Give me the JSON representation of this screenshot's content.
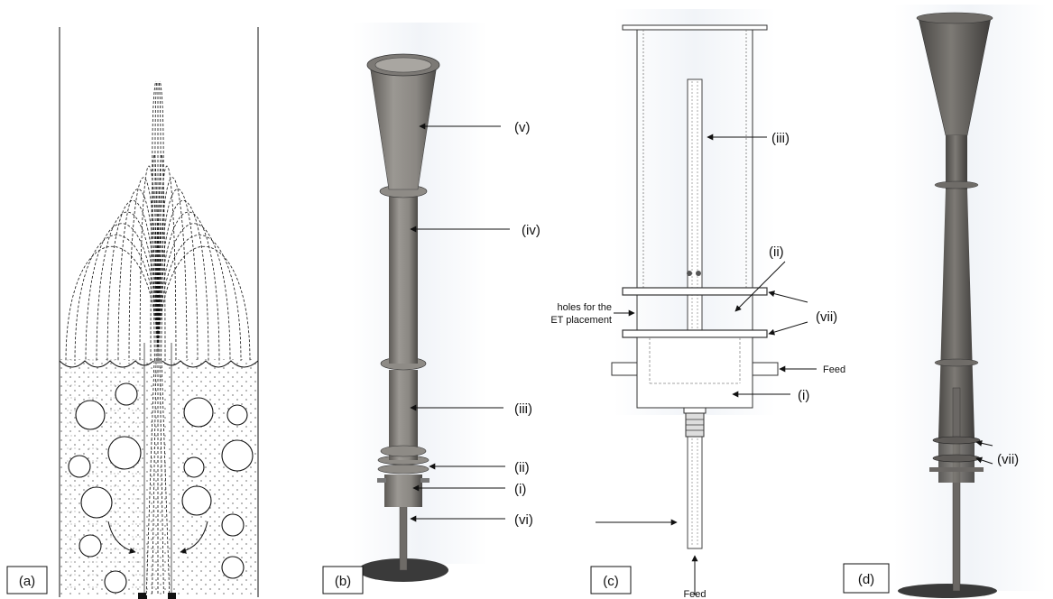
{
  "panels": {
    "a": {
      "tag": "(a)"
    },
    "b": {
      "tag": "(b)",
      "labels": [
        "(v)",
        "(iv)",
        "(iii)",
        "(ii)",
        "(i)",
        "(vi)"
      ]
    },
    "c": {
      "tag": "(c)",
      "labels": [
        "(iii)",
        "(ii)",
        "(vii)",
        "(i)"
      ],
      "holes_line1": "holes for the",
      "holes_line2": "ET placement",
      "feed_side": "Feed",
      "feed_bottom": "Feed"
    },
    "d": {
      "tag": "(d)",
      "labels": [
        "(vii)"
      ]
    }
  },
  "colors": {
    "metal": "#8e8b86",
    "metal_dark": "#5f5c58",
    "shadow": "#3a3a3a"
  }
}
